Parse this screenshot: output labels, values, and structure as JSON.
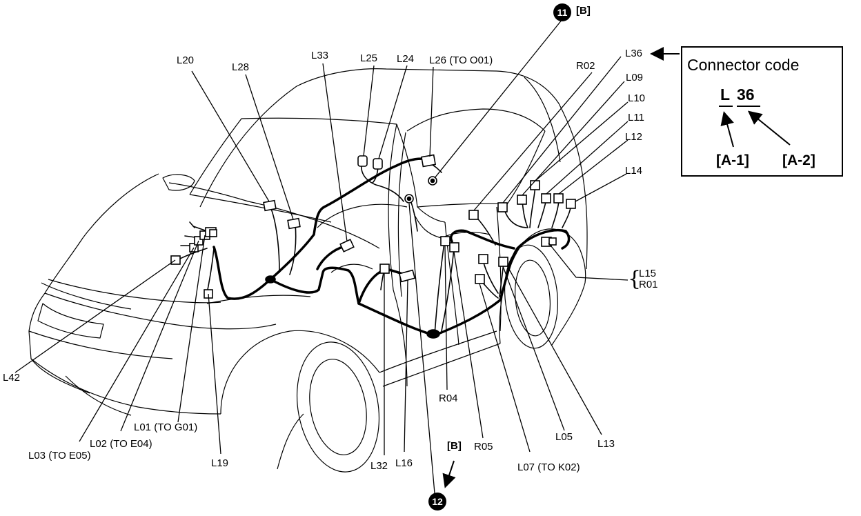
{
  "labels": {
    "L20": "L20",
    "L28": "L28",
    "L33": "L33",
    "L25": "L25",
    "L24": "L24",
    "L26": "L26 (TO O01)",
    "R02": "R02",
    "L36": "L36",
    "L09": "L09",
    "L10": "L10",
    "L11": "L11",
    "L12": "L12",
    "L14": "L14",
    "L15": "L15",
    "R01": "R01",
    "L42": "L42",
    "L03": "L03 (TO E05)",
    "L02": "L02 (TO E04)",
    "L01": "L01 (TO G01)",
    "L19": "L19",
    "L32": "L32",
    "L16": "L16",
    "R04": "R04",
    "R05": "R05",
    "L07": "L07 (TO K02)",
    "L05": "L05",
    "L13": "L13",
    "B_top": "[B]",
    "B_bottom": "[B]"
  },
  "badges": {
    "top": "11",
    "bottom": "12"
  },
  "legend": {
    "title": "Connector code",
    "letter": "L",
    "number": "36",
    "part1": "[A-1]",
    "part2": "[A-2]"
  }
}
